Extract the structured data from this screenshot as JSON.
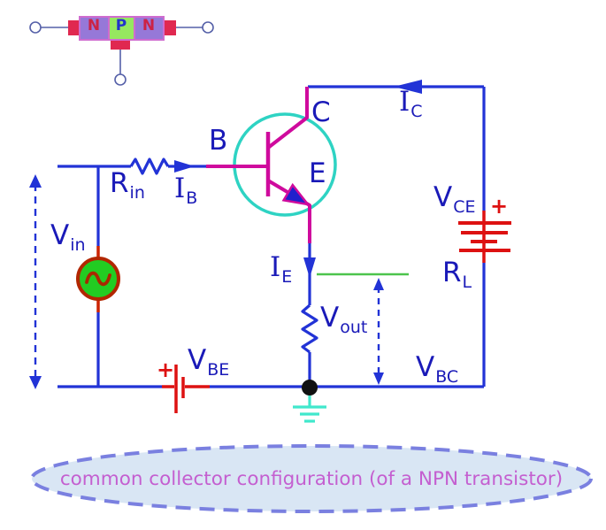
{
  "npn_block": {
    "regions": [
      {
        "label": "N"
      },
      {
        "label": "P"
      },
      {
        "label": "N"
      }
    ]
  },
  "transistor": {
    "base_label": "B",
    "collector_label": "C",
    "emitter_label": "E"
  },
  "labels": {
    "r_in": {
      "main": "R",
      "sub": "in"
    },
    "i_b": {
      "main": "I",
      "sub": "B"
    },
    "i_c": {
      "main": "I",
      "sub": "C"
    },
    "v_in": {
      "main": "V",
      "sub": "in"
    },
    "v_ce": {
      "main": "V",
      "sub": "CE"
    },
    "v_ce_plus": "+",
    "r_l": {
      "main": "R",
      "sub": "L"
    },
    "i_e": {
      "main": "I",
      "sub": "E"
    },
    "v_out": {
      "main": "V",
      "sub": "out"
    },
    "v_be": {
      "main": "V",
      "sub": "BE"
    },
    "v_be_plus": "+",
    "v_bc": {
      "main": "V",
      "sub": "BC"
    }
  },
  "caption": {
    "text": "common collector configuration (of a NPN transistor)"
  },
  "colors": {
    "wire": "#2233d6",
    "label_text": "#1a1ab8",
    "transistor_lines": "#cf0a9d",
    "transistor_circle": "#2ed3c3",
    "battery_red": "#dd1111",
    "ac_source_fill": "#22cc22",
    "ac_source_border": "#b22600",
    "ground": "#40e8cc",
    "green_tap_line": "#4cc44c",
    "node": "#111111",
    "n_region_fill": "#9678d8",
    "p_region_fill": "#96e860",
    "contact_pad": "#e02850",
    "block_border": "#cf6ccf",
    "ellipse_fill": "#d9e6f4",
    "ellipse_border": "#7a80e0",
    "caption_text": "#c45fd0"
  }
}
